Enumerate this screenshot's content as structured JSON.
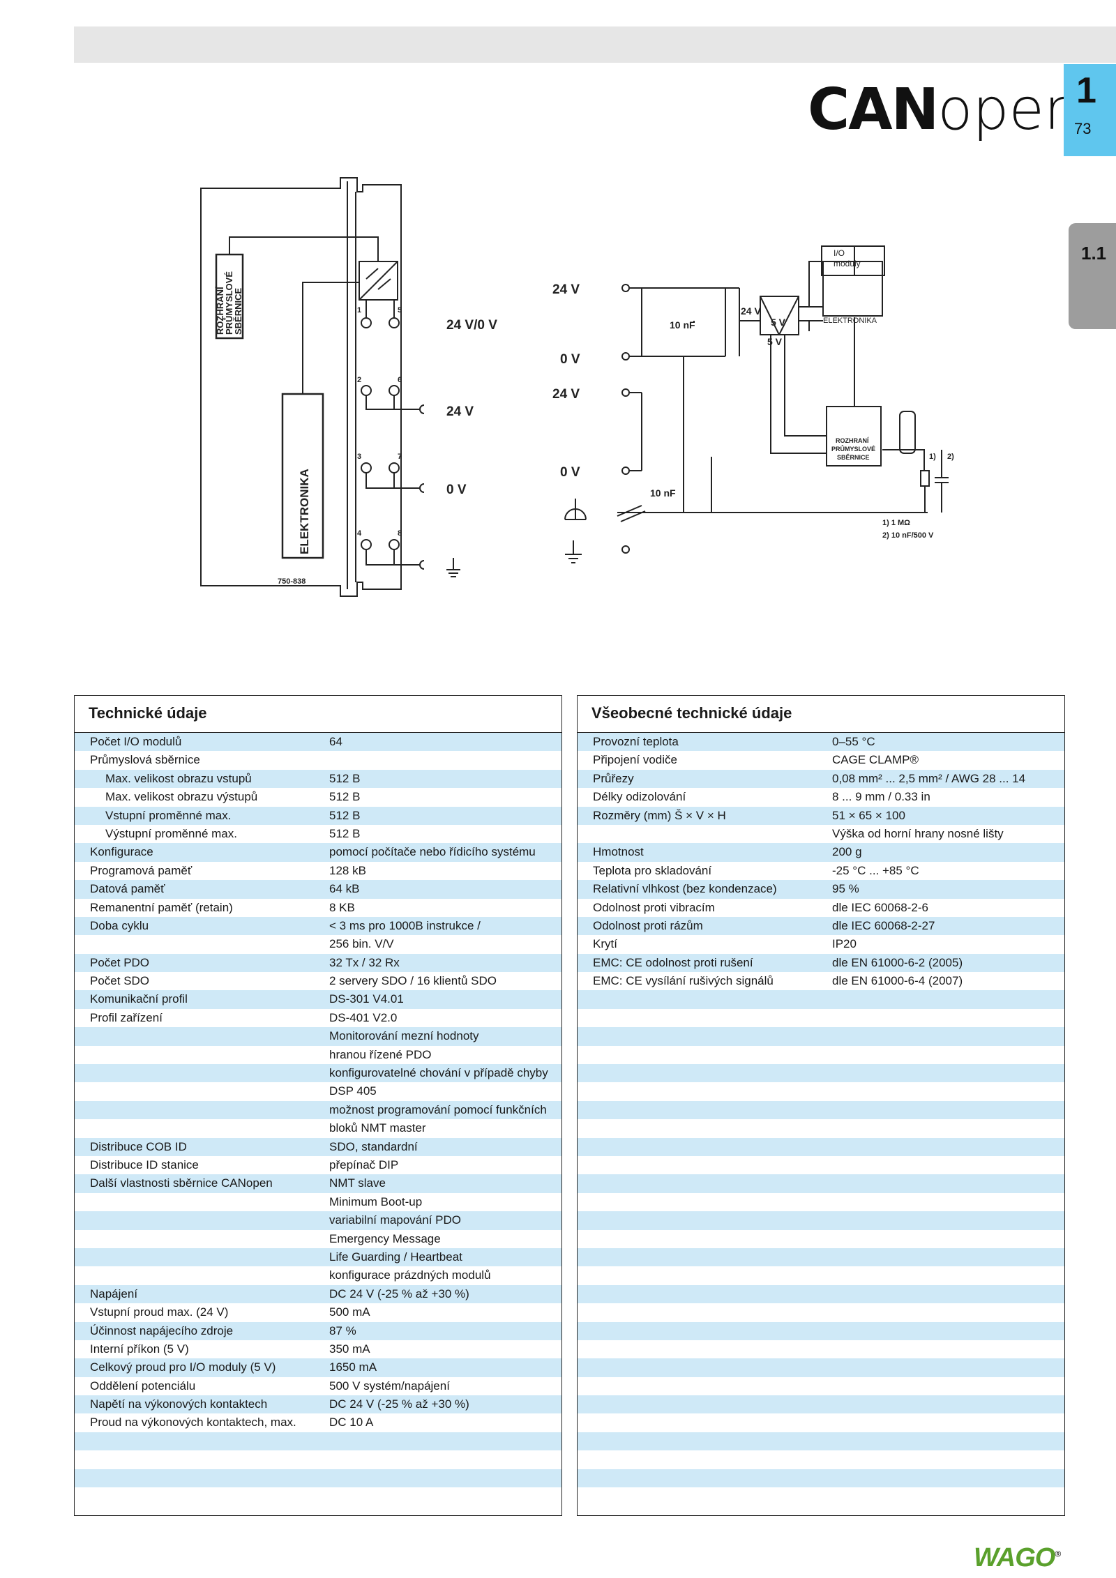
{
  "header": {
    "chapter": "1",
    "page": "73",
    "section": "1.1",
    "logo_bold": "CAN",
    "logo_light": "open"
  },
  "diagram": {
    "left_box_label_1": "ROZHRANÍ",
    "left_box_label_2": "PRŮMYSLOVÉ",
    "left_box_label_3": "SBĚRNICE",
    "electronics_label": "ELEKTRONIKA",
    "part_number": "750-838",
    "pin_labels": [
      "1",
      "5",
      "2",
      "6",
      "3",
      "7",
      "4",
      "8"
    ],
    "supply_label": "24 V/0 V",
    "v24_label": "24 V",
    "v0_label": "0 V",
    "right_24v_top": "24 V",
    "right_0v_top": "0 V",
    "right_24v_bottom": "24 V",
    "right_0v_bottom": "0 V",
    "cap_top": "10 nF",
    "cap_bottom": "10 nF",
    "converter_in": "24 V",
    "converter_out_1": "5 V",
    "converter_out_2": "5 V",
    "io_modules_1": "I/O",
    "io_modules_2": "moduly",
    "electronics_right": "ELEKTRONIKA",
    "fieldbus_1": "ROZHRANÍ",
    "fieldbus_2": "PRŮMYSLOVÉ",
    "fieldbus_3": "SBĚRNICE",
    "note_mark_1": "1)",
    "note_mark_2": "2)",
    "note_1": "1) 1 MΩ",
    "note_2": "2) 10 nF/500 V"
  },
  "tech": {
    "title": "Technické údaje",
    "rows": [
      {
        "k": "Počet I/O modulů",
        "v": "64",
        "ind": false
      },
      {
        "k": "Průmyslová sběrnice",
        "v": "",
        "ind": false
      },
      {
        "k": "Max. velikost obrazu vstupů",
        "v": "512 B",
        "ind": true
      },
      {
        "k": "Max. velikost obrazu výstupů",
        "v": "512 B",
        "ind": true
      },
      {
        "k": "Vstupní proměnné max.",
        "v": "512 B",
        "ind": true
      },
      {
        "k": "Výstupní proměnné max.",
        "v": "512 B",
        "ind": true
      },
      {
        "k": "Konfigurace",
        "v": "pomocí počítače nebo řídicího systému",
        "ind": false
      },
      {
        "k": "Programová paměť",
        "v": "128 kB",
        "ind": false
      },
      {
        "k": "Datová paměť",
        "v": "64 kB",
        "ind": false
      },
      {
        "k": "Remanentní paměť (retain)",
        "v": "8 KB",
        "ind": false
      },
      {
        "k": "Doba cyklu",
        "v": "< 3 ms pro 1000B instrukce  /",
        "ind": false
      },
      {
        "k": "",
        "v": "256 bin. V/V",
        "ind": false
      },
      {
        "k": "Počet PDO",
        "v": "32 Tx / 32 Rx",
        "ind": false
      },
      {
        "k": "Počet SDO",
        "v": "2 servery SDO / 16 klientů SDO",
        "ind": false
      },
      {
        "k": "Komunikační profil",
        "v": "DS-301 V4.01",
        "ind": false
      },
      {
        "k": "Profil zařízení",
        "v": "DS-401 V2.0",
        "ind": false
      },
      {
        "k": "",
        "v": "Monitorování mezní hodnoty",
        "ind": false
      },
      {
        "k": "",
        "v": "hranou řízené PDO",
        "ind": false
      },
      {
        "k": "",
        "v": "konfigurovatelné chování v případě chyby",
        "ind": false
      },
      {
        "k": "",
        "v": "DSP 405",
        "ind": false
      },
      {
        "k": "",
        "v": "možnost programování pomocí funkčních",
        "ind": false
      },
      {
        "k": "",
        "v": "bloků NMT master",
        "ind": false
      },
      {
        "k": "Distribuce COB ID",
        "v": "SDO, standardní",
        "ind": false
      },
      {
        "k": "Distribuce ID stanice",
        "v": "přepínač DIP",
        "ind": false
      },
      {
        "k": "Další vlastnosti sběrnice CANopen",
        "v": "NMT slave",
        "ind": false
      },
      {
        "k": "",
        "v": "Minimum Boot-up",
        "ind": false
      },
      {
        "k": "",
        "v": "variabilní mapování PDO",
        "ind": false
      },
      {
        "k": "",
        "v": "Emergency Message",
        "ind": false
      },
      {
        "k": "",
        "v": "Life Guarding / Heartbeat",
        "ind": false
      },
      {
        "k": "",
        "v": "konfigurace prázdných modulů",
        "ind": false
      },
      {
        "k": "Napájení",
        "v": "DC 24 V (-25 % až +30 %)",
        "ind": false
      },
      {
        "k": "Vstupní proud max. (24 V)",
        "v": "500 mA",
        "ind": false
      },
      {
        "k": "Účinnost napájecího zdroje",
        "v": "87 %",
        "ind": false
      },
      {
        "k": "Interní příkon (5 V)",
        "v": "350 mA",
        "ind": false
      },
      {
        "k": "Celkový proud pro I/O moduly (5 V)",
        "v": "1650 mA",
        "ind": false
      },
      {
        "k": "Oddělení potenciálu",
        "v": "500 V systém/napájení",
        "ind": false
      },
      {
        "k": "Napětí na výkonových kontaktech",
        "v": "DC 24 V (-25 % až +30 %)",
        "ind": false
      },
      {
        "k": "Proud na výkonových kontaktech, max.",
        "v": "DC 10 A",
        "ind": false
      },
      {
        "k": "",
        "v": "",
        "ind": false
      },
      {
        "k": "",
        "v": "",
        "ind": false
      },
      {
        "k": "",
        "v": "",
        "ind": false
      },
      {
        "k": "",
        "v": "",
        "ind": false
      }
    ]
  },
  "general": {
    "title": "Všeobecné technické údaje",
    "rows": [
      {
        "k": "Provozní teplota",
        "v": "0–55 °C"
      },
      {
        "k": "Připojení vodiče",
        "v": "CAGE CLAMP®"
      },
      {
        "k": "Průřezy",
        "v": "0,08 mm² ... 2,5 mm² / AWG 28 ... 14"
      },
      {
        "k": "Délky odizolování",
        "v": "8 ... 9 mm / 0.33 in"
      },
      {
        "k": "Rozměry (mm) Š × V × H",
        "v": "51 × 65 × 100"
      },
      {
        "k": "",
        "v": "Výška od horní hrany nosné lišty"
      },
      {
        "k": "Hmotnost",
        "v": "200 g"
      },
      {
        "k": "Teplota pro skladování",
        "v": "-25 °C ... +85 °C"
      },
      {
        "k": "Relativní vlhkost (bez kondenzace)",
        "v": "95 %"
      },
      {
        "k": "Odolnost proti vibracím",
        "v": "dle IEC 60068-2-6"
      },
      {
        "k": "Odolnost proti rázům",
        "v": "dle IEC 60068-2-27"
      },
      {
        "k": "Krytí",
        "v": "IP20"
      },
      {
        "k": "EMC: CE odolnost proti rušení",
        "v": "dle EN 61000-6-2 (2005)"
      },
      {
        "k": "EMC: CE vysílání rušivých signálů",
        "v": "dle EN 61000-6-4 (2007)"
      },
      {
        "k": "",
        "v": ""
      },
      {
        "k": "",
        "v": ""
      },
      {
        "k": "",
        "v": ""
      },
      {
        "k": "",
        "v": ""
      },
      {
        "k": "",
        "v": ""
      },
      {
        "k": "",
        "v": ""
      },
      {
        "k": "",
        "v": ""
      },
      {
        "k": "",
        "v": ""
      },
      {
        "k": "",
        "v": ""
      },
      {
        "k": "",
        "v": ""
      },
      {
        "k": "",
        "v": ""
      },
      {
        "k": "",
        "v": ""
      },
      {
        "k": "",
        "v": ""
      },
      {
        "k": "",
        "v": ""
      },
      {
        "k": "",
        "v": ""
      },
      {
        "k": "",
        "v": ""
      },
      {
        "k": "",
        "v": ""
      },
      {
        "k": "",
        "v": ""
      },
      {
        "k": "",
        "v": ""
      },
      {
        "k": "",
        "v": ""
      },
      {
        "k": "",
        "v": ""
      },
      {
        "k": "",
        "v": ""
      },
      {
        "k": "",
        "v": ""
      },
      {
        "k": "",
        "v": ""
      },
      {
        "k": "",
        "v": ""
      },
      {
        "k": "",
        "v": ""
      },
      {
        "k": "",
        "v": ""
      },
      {
        "k": "",
        "v": ""
      }
    ]
  },
  "footer": {
    "brand": "WAGO",
    "reg": "®"
  }
}
